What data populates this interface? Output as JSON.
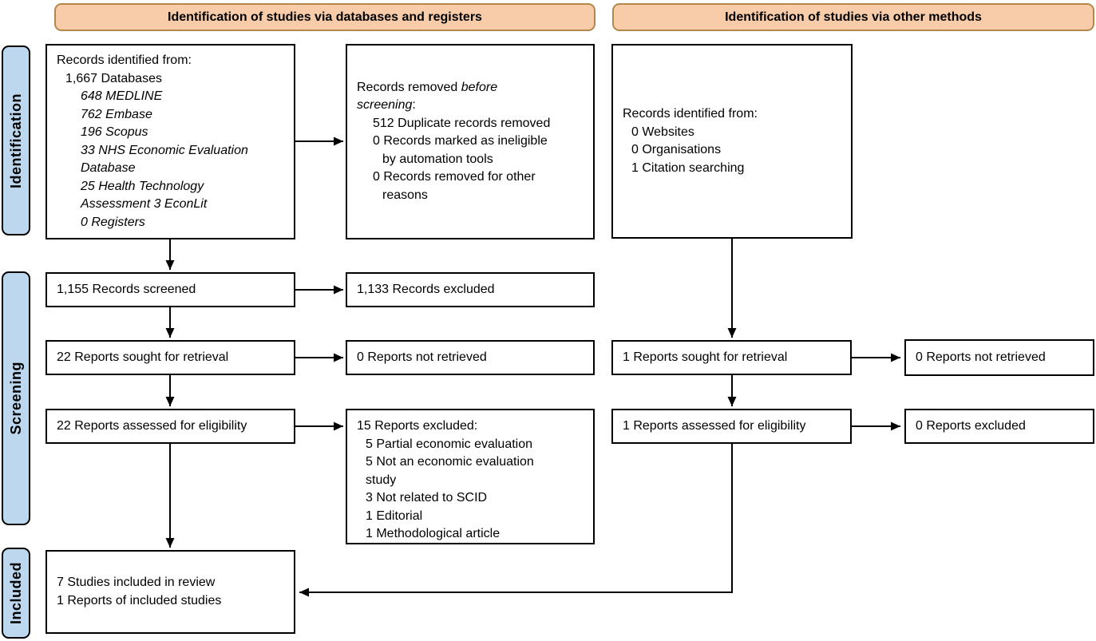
{
  "diagram": {
    "colors": {
      "header_fill": "#F8CBA9",
      "header_border": "#B3874B",
      "stage_fill": "#BDD7EE",
      "box_border": "#000000",
      "arrow": "#000000"
    },
    "headers": {
      "databases": "Identification of studies via databases and registers",
      "other": "Identification of studies via other methods"
    },
    "stages": {
      "identification": "Identification",
      "screening": "Screening",
      "included": "Included"
    },
    "boxes": {
      "db_identified": {
        "title": "Records identified from:",
        "total": "1,667 Databases",
        "sources": [
          "648 MEDLINE",
          "762 Embase",
          "196 Scopus",
          "33 NHS Economic Evaluation",
          "Database",
          "25 Health Technology",
          "Assessment 3 EconLit",
          "0 Registers"
        ]
      },
      "removed_before": {
        "normal1": "Records removed ",
        "italic1": "before",
        "italic2": "screening",
        "colon": ":",
        "items": [
          "512 Duplicate records removed",
          "0 Records marked as ineligible",
          "by automation tools",
          "0 Records removed for other",
          "reasons"
        ]
      },
      "other_identified": {
        "title": "Records identified from:",
        "items": [
          "0 Websites",
          "0 Organisations",
          "1 Citation searching"
        ]
      },
      "records_screened": "1,155 Records screened",
      "records_excluded": "1,133 Records excluded",
      "reports_sought_db": "22 Reports sought for retrieval",
      "reports_not_retrieved_db": "0 Reports not retrieved",
      "reports_assessed_db": "22 Reports assessed for eligibility",
      "reports_excluded_list": {
        "title": "15 Reports excluded:",
        "items": [
          "5 Partial economic evaluation",
          "5 Not an economic evaluation",
          "study",
          "3 Not related to SCID",
          "1 Editorial",
          "1 Methodological article"
        ]
      },
      "reports_sought_other": "1 Reports sought for retrieval",
      "reports_not_retrieved_other": "0 Reports not retrieved",
      "reports_assessed_other": "1 Reports assessed for eligibility",
      "reports_excluded_other": "0 Reports excluded",
      "included": {
        "line1": "7 Studies included in review",
        "line2": "1 Reports of included studies"
      }
    }
  }
}
